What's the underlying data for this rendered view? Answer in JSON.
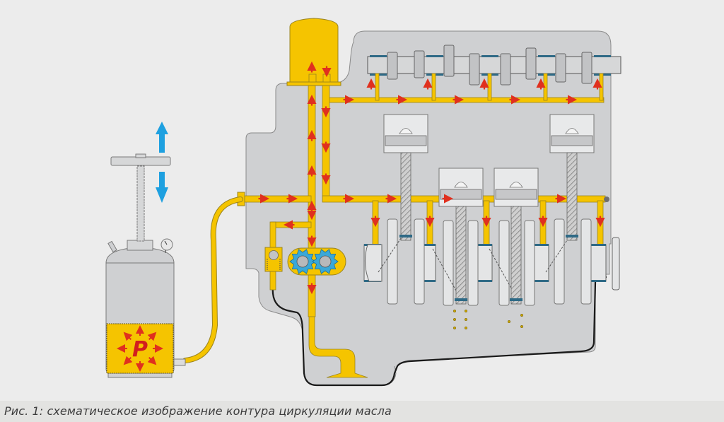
{
  "caption": "Рис. 1: схематическое изображение контура циркуляции масла",
  "figure_number": "Рис. 1",
  "pressure_label": "P",
  "components": {
    "pressure_tank": "pressure-tank",
    "pump_handle": "pump-handle",
    "pressure_gauge": "pressure-gauge",
    "hose": "oil-hose",
    "oil_filter": "oil-filter",
    "engine_block": "engine-block",
    "camshaft": "camshaft",
    "pistons": 4,
    "oil_pump": "gear-oil-pump",
    "relief_valve": "pressure-relief-valve",
    "oil_pickup": "oil-pickup",
    "crankshaft": "crankshaft"
  },
  "icons": {
    "arrow_up": "blue-up-arrow",
    "arrow_down": "blue-down-arrow",
    "flow_arrow": "red-flow-arrow"
  },
  "colors": {
    "oil": "#f5c400",
    "flow_arrow": "#e0301e",
    "motion_arrow": "#1ea0e0",
    "engine": "#cfd0d2",
    "part": "#e4e5e6",
    "gear": "#3aa8d8",
    "outline": "#1a1a1a",
    "bearing": "#2f6a86"
  }
}
